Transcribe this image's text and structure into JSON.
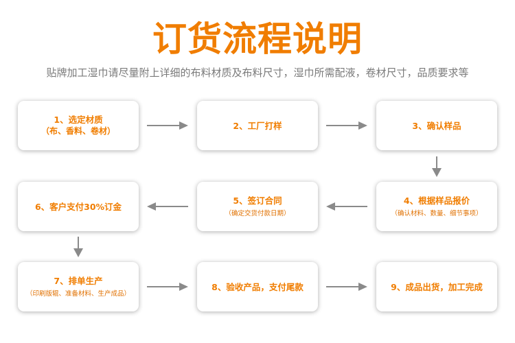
{
  "colors": {
    "accent": "#f07d00",
    "arrow": "#8a8a8a",
    "subtitle": "#7a7a7a",
    "note": "#e07000"
  },
  "title": "订货流程说明",
  "subtitle": "贴牌加工湿巾请尽量附上详细的布料材质及布料尺寸，湿巾所需配液，卷材尺寸，品质要求等",
  "steps": [
    {
      "label": "1、选定材质",
      "sub": "（布、香料、卷材）",
      "note": ""
    },
    {
      "label": "2、工厂打样",
      "sub": "",
      "note": ""
    },
    {
      "label": "3、确认样品",
      "sub": "",
      "note": ""
    },
    {
      "label": "4、根据样品报价",
      "sub": "",
      "note": "（确认材料、数量、细节事项）"
    },
    {
      "label": "5、签订合同",
      "sub": "",
      "note": "（确定交货付款日期）"
    },
    {
      "label": "6、客户支付30%订金",
      "sub": "",
      "note": ""
    },
    {
      "label": "7、排单生产",
      "sub": "",
      "note": "（印刷版辊、准备材料、生产成品）"
    },
    {
      "label": "8、验收产品，支付尾款",
      "sub": "",
      "note": ""
    },
    {
      "label": "9、成品出货，加工完成",
      "sub": "",
      "note": ""
    }
  ],
  "arrows": [
    "right",
    "right",
    "down",
    "left",
    "left",
    "down",
    "right",
    "right"
  ]
}
